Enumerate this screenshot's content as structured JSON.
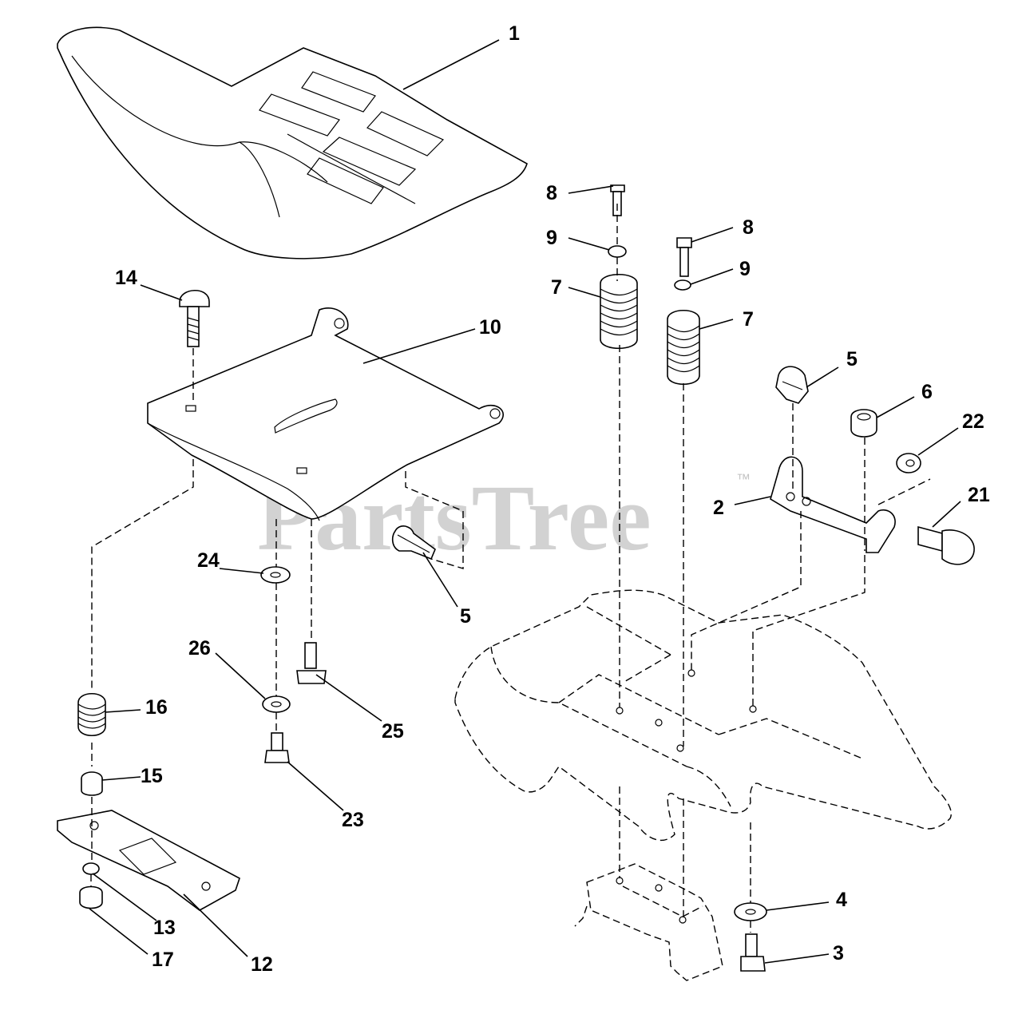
{
  "watermark": {
    "text": "PartsTree",
    "trademark": "™"
  },
  "callouts": [
    {
      "id": "c1",
      "number": "1"
    },
    {
      "id": "c8a",
      "number": "8"
    },
    {
      "id": "c9a",
      "number": "9"
    },
    {
      "id": "c7a",
      "number": "7"
    },
    {
      "id": "c8b",
      "number": "8"
    },
    {
      "id": "c9b",
      "number": "9"
    },
    {
      "id": "c7b",
      "number": "7"
    },
    {
      "id": "c14",
      "number": "14"
    },
    {
      "id": "c10",
      "number": "10"
    },
    {
      "id": "c5a",
      "number": "5"
    },
    {
      "id": "c6",
      "number": "6"
    },
    {
      "id": "c22",
      "number": "22"
    },
    {
      "id": "c2",
      "number": "2"
    },
    {
      "id": "c21",
      "number": "21"
    },
    {
      "id": "c24",
      "number": "24"
    },
    {
      "id": "c5b",
      "number": "5"
    },
    {
      "id": "c26",
      "number": "26"
    },
    {
      "id": "c25",
      "number": "25"
    },
    {
      "id": "c16",
      "number": "16"
    },
    {
      "id": "c15",
      "number": "15"
    },
    {
      "id": "c23",
      "number": "23"
    },
    {
      "id": "c4",
      "number": "4"
    },
    {
      "id": "c3",
      "number": "3"
    },
    {
      "id": "c13",
      "number": "13"
    },
    {
      "id": "c17",
      "number": "17"
    },
    {
      "id": "c12",
      "number": "12"
    }
  ]
}
